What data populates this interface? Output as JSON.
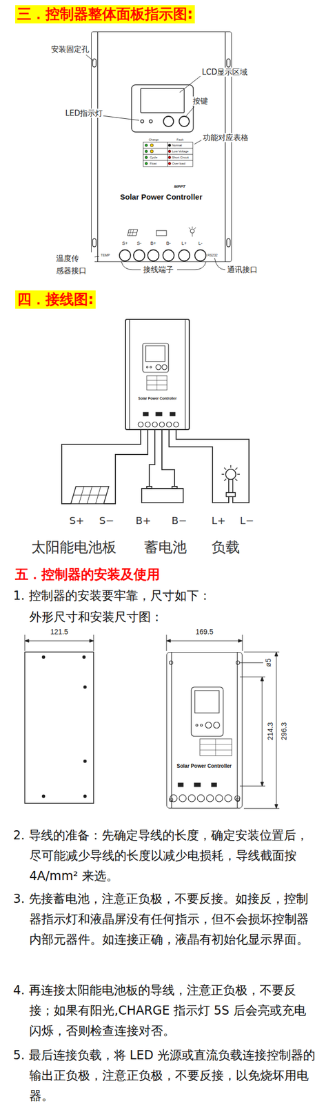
{
  "diagram": {
    "nodes": [
      {
        "text": [
          "MPPT",
          "Solar Power Controller"
        ]
      },
      {
        "text": [
          "Solar Power Controller"
        ]
      },
      {
        "text": [
          "S+",
          "S−",
          "太阳能电池板"
        ]
      },
      {
        "text": [
          "B+",
          "B−",
          "蓄电池"
        ]
      },
      {
        "text": [
          "L+",
          "L−",
          "负载"
        ]
      },
      {
        "text": [
          "Solar Power Controller"
        ]
      }
    ],
    "edges": [
      {
        "from": 1,
        "to": 2,
        "arrow": "none"
      },
      {
        "from": 1,
        "to": 2,
        "arrow": "none"
      },
      {
        "from": 1,
        "to": 3,
        "arrow": "none"
      },
      {
        "from": 1,
        "to": 3,
        "arrow": "none"
      },
      {
        "from": 1,
        "to": 4,
        "arrow": "none"
      },
      {
        "from": 1,
        "to": 4,
        "arrow": "none"
      }
    ],
    "labels": [
      "三．控制器整体面板指示图:",
      "安装固定孔",
      "LCD显示区域",
      "LED指示灯",
      "按键",
      "功能对应表格",
      "Charge",
      "Fault",
      "Normal",
      "Low Voltage",
      "Short Circuit",
      "Over load",
      "Cycle",
      "Float",
      "S+",
      "S-",
      "B+",
      "B-",
      "L+",
      "L-",
      "TEMP",
      "RS232",
      "温度传 感器接口",
      "接线端子",
      "通讯接口",
      "四．接线图:",
      "五．控制器的安装及使用",
      "1. 控制器的安装要牢靠，尺寸如下：",
      "外形尺寸和安装尺寸图：",
      "121.5",
      "169.5",
      "ø5",
      "214.3",
      "296.3",
      "2. 导线的准备：先确定导线的长度，确定安装位置后，尽可能减少导线的长度以减少电损耗，导线截面按4A/mm² 来选。",
      "3. 先接蓄电池，注意正负极，不要反接。如接反，控制器指示灯和液晶屏没有任何指示，但不会损坏控制器内部元器件。如连接正确，液晶有初始化显示界面。",
      "4. 再连接太阳能电池板的导线，注意正负极，不要反接；如果有阳光,CHARGE 指示灯 5S 后会亮或充电闪烁，否则检查连接对否。",
      "5. 最后连接负载，将 LED 光源或直流负载连接控制器的输出正负极，注意正负极，不要反接，以免烧坏用电器。"
    ]
  }
}
